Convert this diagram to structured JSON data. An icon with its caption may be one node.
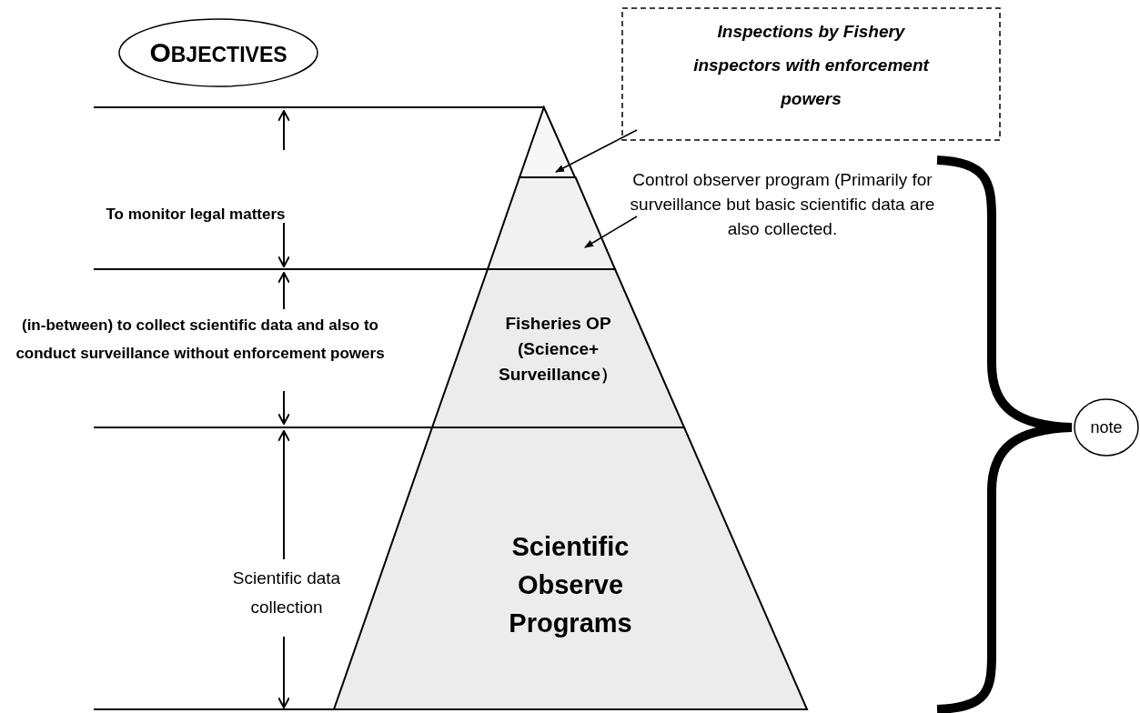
{
  "diagram": {
    "nodes": [
      {
        "text": [
          "OBJECTIVES"
        ]
      },
      {
        "text": [
          "Inspections by Fishery inspectors with enforcement powers"
        ]
      },
      {
        "text": [],
        "shape": "triangle"
      },
      {
        "text": [
          "Control observer program (Primarily for surveillance but basic scientific data are also collected."
        ]
      },
      {
        "text": [],
        "shape": "trapezoid"
      },
      {
        "text": [
          "Fisheries OP (Science+ Surveillance）"
        ]
      },
      {
        "text": [
          "Scientific Observe Programs"
        ]
      },
      {
        "text": [
          "note"
        ]
      }
    ],
    "edges": [
      {
        "from": 1,
        "to": 2,
        "arrow": "to"
      },
      {
        "from": 3,
        "to": 4,
        "arrow": "to"
      }
    ],
    "labels": [
      "To monitor legal matters",
      "(in-between) to collect scientific data and also to conduct surveillance without enforcement powers",
      "Scientific data collection"
    ]
  }
}
